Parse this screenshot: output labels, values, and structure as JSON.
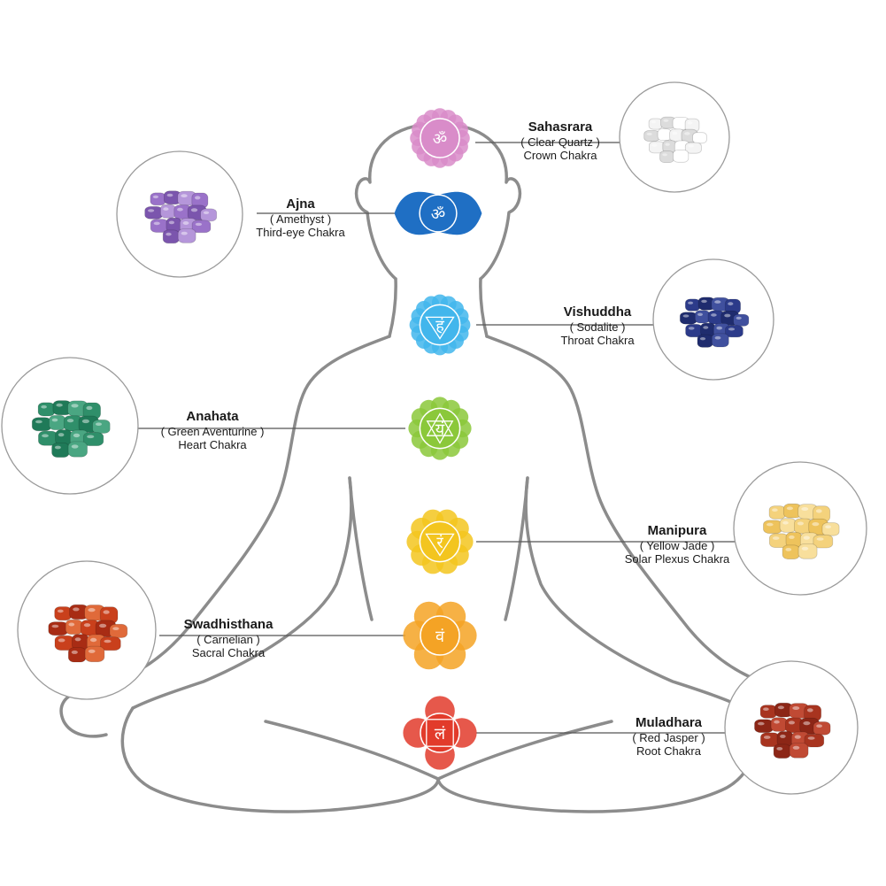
{
  "chakras": [
    {
      "key": "sahasrara",
      "name": "Sahasrara",
      "stone": "( Clear Quartz )",
      "chakra": "Crown Chakra",
      "color": "#d98cc9",
      "stone_colors": [
        "#f4f4f4",
        "#dcdcdc",
        "#ffffff"
      ],
      "symbol": "ॐ"
    },
    {
      "key": "ajna",
      "name": "Ajna",
      "stone": "( Amethyst )",
      "chakra": "Third-eye Chakra",
      "color": "#1f6fc4",
      "stone_colors": [
        "#9a72c9",
        "#7b55ad",
        "#b596da"
      ],
      "symbol": "ॐ"
    },
    {
      "key": "vishuddha",
      "name": "Vishuddha",
      "stone": "( Sodalite )",
      "chakra": "Throat Chakra",
      "color": "#42b6ec",
      "stone_colors": [
        "#2c3b8a",
        "#1f2c6e",
        "#40509e"
      ],
      "symbol": "हं"
    },
    {
      "key": "anahata",
      "name": "Anahata",
      "stone": "( Green Aventurine )",
      "chakra": "Heart Chakra",
      "color": "#8bc83a",
      "stone_colors": [
        "#2f8f6a",
        "#1f7a58",
        "#4aa682"
      ],
      "symbol": "यं"
    },
    {
      "key": "manipura",
      "name": "Manipura",
      "stone": "( Yellow Jade )",
      "chakra": "Solar Plexus Chakra",
      "color": "#f3c51f",
      "stone_colors": [
        "#f4d27c",
        "#eec35c",
        "#f8df9c"
      ],
      "symbol": "रं"
    },
    {
      "key": "swadhisthana",
      "name": "Swadhisthana",
      "stone": "( Carnelian )",
      "chakra": "Sacral Chakra",
      "color": "#f4a325",
      "stone_colors": [
        "#c9401c",
        "#a82c14",
        "#e06a3a"
      ],
      "symbol": "वं"
    },
    {
      "key": "muladhara",
      "name": "Muladhara",
      "stone": "( Red Jasper )",
      "chakra": "Root Chakra",
      "color": "#e23b2b",
      "stone_colors": [
        "#a8341f",
        "#8c2616",
        "#c04a34"
      ],
      "symbol": "लं"
    }
  ],
  "outline_color": "#8c8c8c"
}
